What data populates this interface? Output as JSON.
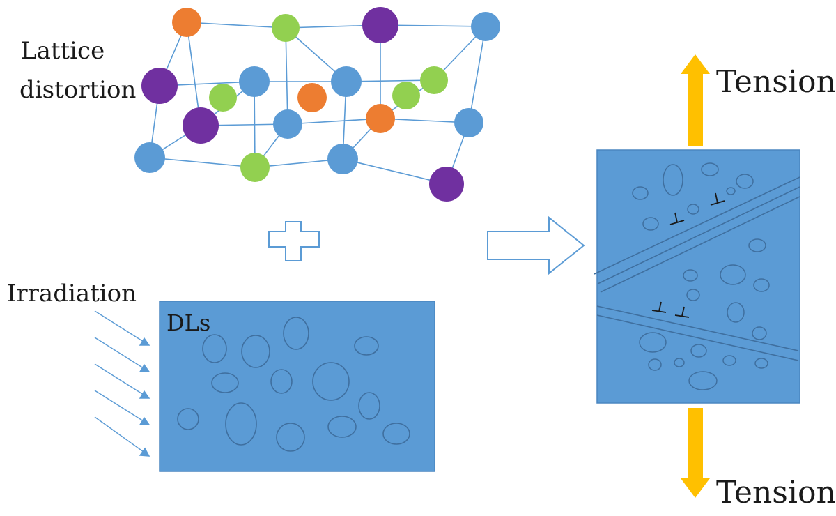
{
  "labels": {
    "lattice_line1": "Lattice",
    "lattice_line2": "distortion",
    "irradiation": "Irradiation",
    "dls": "DLs",
    "tension_top": "Tension",
    "tension_bottom": "Tension"
  },
  "colors": {
    "background": "#ffffff",
    "block_fill": "#5b9bd5",
    "block_edge": "#4a86c0",
    "loop_stroke": "#3f6f9f",
    "lattice_line": "#5b9bd5",
    "atom_blue": "#5b9bd5",
    "atom_green": "#92d050",
    "atom_orange": "#ed7d31",
    "atom_purple": "#7030a0",
    "tension_arrow": "#ffc000",
    "hollow_arrow": "#5b9bd5",
    "irradiation_arrow": "#5b9bd5",
    "text": "#1a1a1a"
  },
  "icons": {
    "plus": "hollow-plus-icon",
    "process_arrow": "hollow-right-arrow-icon",
    "dislocation": "dislocation-perp-symbol-icon"
  }
}
